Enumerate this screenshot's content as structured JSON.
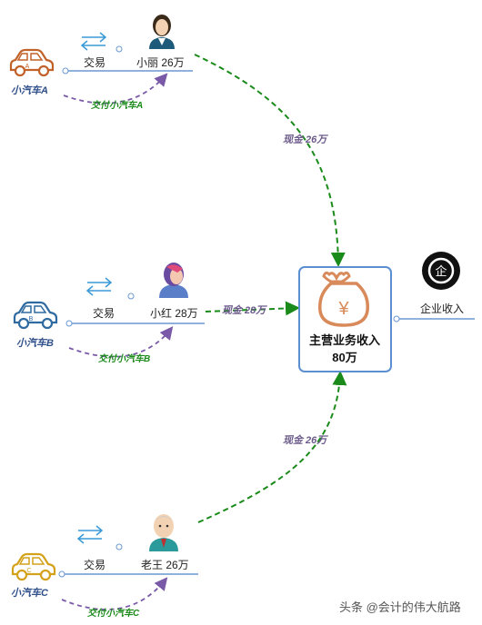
{
  "buyers": [
    {
      "car_label": "小汽车A",
      "car_letter": "A",
      "car_color": "#c0622a",
      "trade_label": "交易",
      "person_label": "小丽 26万",
      "deliver_label": "交付小汽车A",
      "cash_label": "现金 26万"
    },
    {
      "car_label": "小汽车B",
      "car_letter": "B",
      "car_color": "#2f6aa0",
      "trade_label": "交易",
      "person_label": "小红 28万",
      "deliver_label": "交付小汽车B",
      "cash_label": "现金 28万"
    },
    {
      "car_label": "小汽车C",
      "car_letter": "C",
      "car_color": "#d4a21a",
      "trade_label": "交易",
      "person_label": "老王 26万",
      "deliver_label": "交付小汽车C",
      "cash_label": "现金 26万"
    }
  ],
  "center": {
    "title": "主营业务收入",
    "amount": "80万",
    "icon": "money-bag-icon",
    "symbol": "¥"
  },
  "revenue": {
    "label": "企业收入",
    "icon": "enterprise-icon",
    "symbol": "企"
  },
  "watermark": "头条 @会计的伟大航路",
  "colors": {
    "cash_arrow": "#1a8a1a",
    "deliver_arrow": "#7a5aa8",
    "line": "#6a98d0",
    "cycle": "#3a9ad6",
    "box_border": "#5b8fd0"
  }
}
